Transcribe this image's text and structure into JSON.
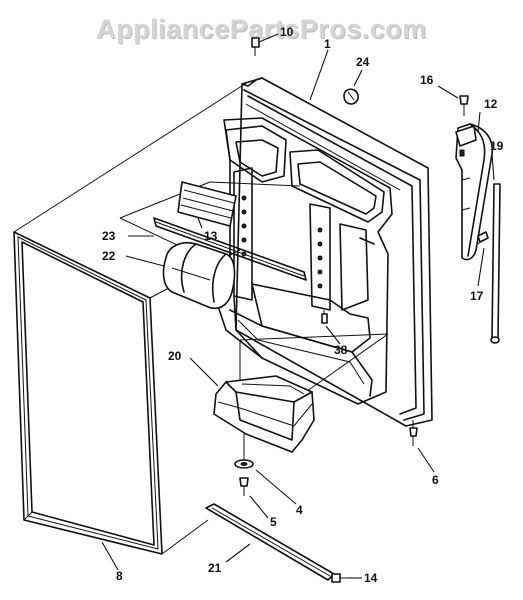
{
  "watermark": "AppliancePartsPros.com",
  "labels": [
    {
      "id": "10",
      "text": "10"
    },
    {
      "id": "1",
      "text": "1"
    },
    {
      "id": "24",
      "text": "24"
    },
    {
      "id": "16",
      "text": "16"
    },
    {
      "id": "12",
      "text": "12"
    },
    {
      "id": "19",
      "text": "19"
    },
    {
      "id": "13",
      "text": "13"
    },
    {
      "id": "23",
      "text": "23"
    },
    {
      "id": "22",
      "text": "22"
    },
    {
      "id": "17",
      "text": "17"
    },
    {
      "id": "38",
      "text": "38"
    },
    {
      "id": "20",
      "text": "20"
    },
    {
      "id": "6",
      "text": "6"
    },
    {
      "id": "4",
      "text": "4"
    },
    {
      "id": "5",
      "text": "5"
    },
    {
      "id": "8",
      "text": "8"
    },
    {
      "id": "21",
      "text": "21"
    },
    {
      "id": "14",
      "text": "14"
    }
  ]
}
